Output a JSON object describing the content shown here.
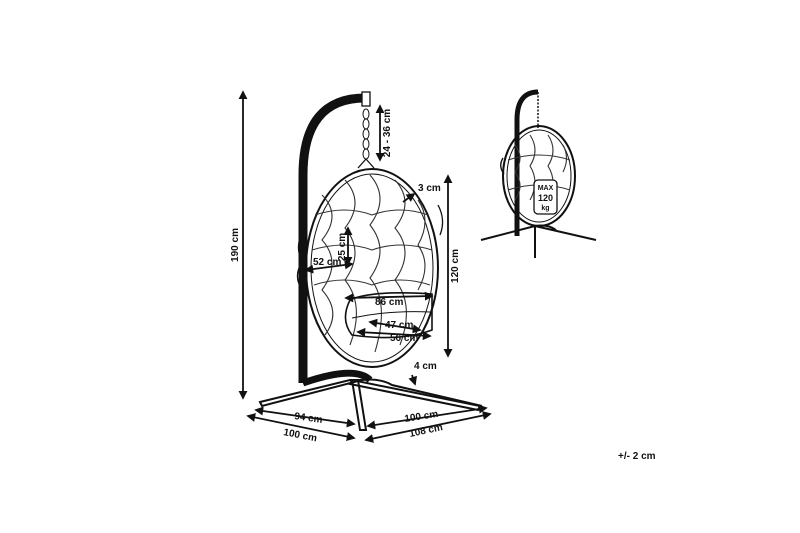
{
  "dimensions": {
    "total_height": "190 cm",
    "chain_length": "24 - 36 cm",
    "rim_thickness": "3 cm",
    "seat_depth": "25 cm",
    "seat_width": "52 cm",
    "basket_height": "120 cm",
    "basket_width": "86 cm",
    "cushion_width": "47 cm",
    "seat_width_lower": "56 cm",
    "stand_thickness": "4 cm",
    "base_left_leg": "94 cm",
    "base_right_leg": "100 cm",
    "base_front_left": "100 cm",
    "base_front_right": "108 cm"
  },
  "inset": {
    "max_label": "MAX",
    "max_value": "120",
    "max_unit": "kg"
  },
  "tolerance": "+/- 2 cm"
}
